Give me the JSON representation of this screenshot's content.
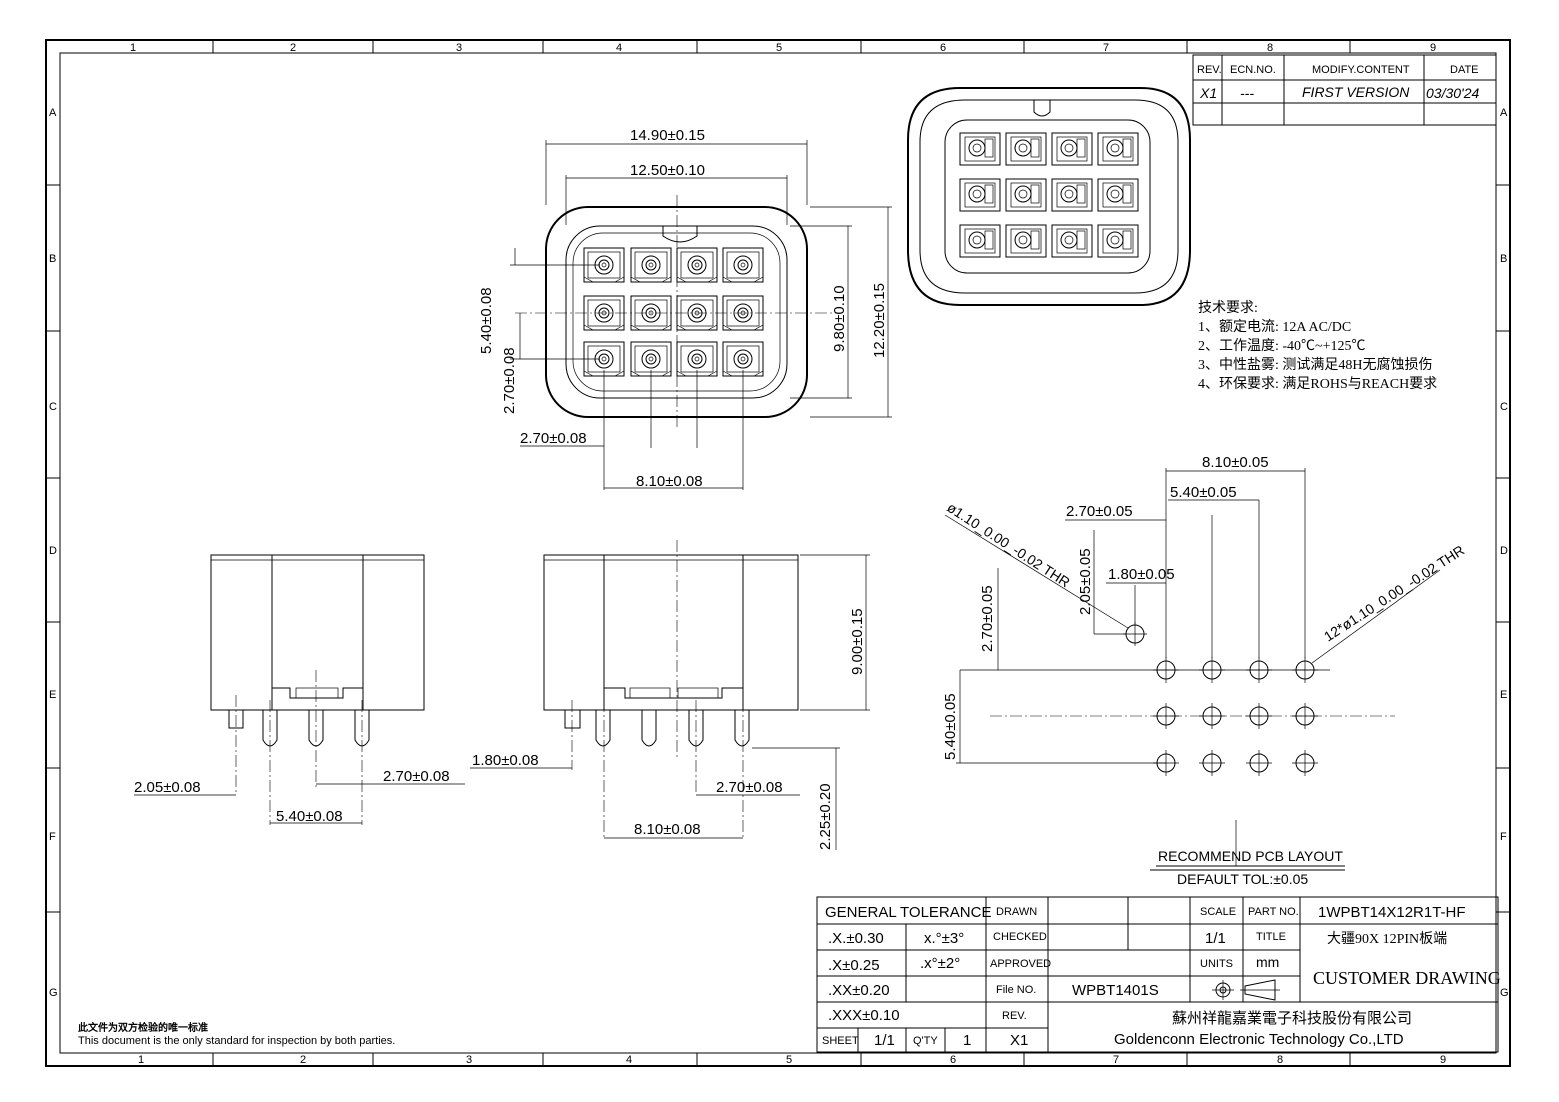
{
  "grid": {
    "columns": [
      "1",
      "2",
      "3",
      "4",
      "5",
      "6",
      "7",
      "8",
      "9"
    ],
    "rows": [
      "A",
      "B",
      "C",
      "D",
      "E",
      "F",
      "G"
    ]
  },
  "revision_table": {
    "headers": [
      "REV.",
      "ECN.NO.",
      "MODIFY.CONTENT",
      "DATE"
    ],
    "rows": [
      [
        "X1",
        "---",
        "FIRST VERSION",
        "03/30'24"
      ]
    ]
  },
  "front_view": {
    "dims": {
      "overall_width": "14.90±0.15",
      "inner_width": "12.50±0.10",
      "row_pitch_left": "5.40±0.08",
      "row_pitch_left2": "2.70±0.08",
      "inner_height": "9.80±0.10",
      "overall_height": "12.20±0.15",
      "col_pitch_bottom": "2.70±0.08",
      "col_span_bottom": "8.10±0.08"
    }
  },
  "side_view_left": {
    "dims": {
      "pin_offset": "2.05±0.08",
      "pin_pitch": "2.70±0.08",
      "pin_span": "5.40±0.08"
    }
  },
  "side_view_right": {
    "dims": {
      "pin_offset": "1.80±0.08",
      "pin_pitch": "2.70±0.08",
      "pin_span": "8.10±0.08",
      "body_height": "9.00±0.15",
      "pin_length": "2.25±0.20"
    }
  },
  "tech_requirements": {
    "heading": "技术要求:",
    "items": [
      "1、额定电流: 12A AC/DC",
      "2、工作温度: -40℃~+125℃",
      "3、中性盐雾: 测试满足48H无腐蚀损伤",
      "4、环保要求: 满足ROHS与REACH要求"
    ]
  },
  "pcb_layout": {
    "dims": {
      "span_total": "8.10±0.05",
      "span_mid": "5.40±0.05",
      "pitch": "2.70±0.05",
      "peg_x": "1.80±0.05",
      "peg_y": "2.05±0.05",
      "peg_to_row": "2.70±0.05",
      "rows_span": "5.40±0.05"
    },
    "peg_hole_note": "ø1.10_0.00_-0.02 THR",
    "pin_hole_note": "12*ø1.10_0.00_-0.02 THR",
    "title": "RECOMMEND PCB LAYOUT",
    "tolerance": "DEFAULT TOL:±0.05"
  },
  "title_block": {
    "general_tolerance": "GENERAL TOLERANCE",
    "tol_rows": [
      [
        ".X.±0.30",
        "x.°±3°"
      ],
      [
        ".X±0.25",
        ".x°±2°"
      ],
      [
        ".XX±0.20",
        ""
      ],
      [
        ".XXX±0.10",
        ""
      ]
    ],
    "labels": {
      "drawn": "DRAWN",
      "checked": "CHECKED",
      "approved": "APPROVED",
      "file_no": "File NO.",
      "rev": "REV.",
      "sheet": "SHEET",
      "qty": "Q'TY",
      "scale": "SCALE",
      "title": "TITLE",
      "units": "UNITS",
      "part_no": "PART NO."
    },
    "values": {
      "file_no": "WPBT1401S",
      "scale": "1/1",
      "units": "mm",
      "part_no": "1WPBT14X12R1T-HF",
      "title": "大疆90X 12PIN板端",
      "sheet": "1/1",
      "qty": "1",
      "rev": "X1"
    },
    "customer_drawing": "CUSTOMER DRAWING",
    "company_cn": "蘇州祥龍嘉業電子科技股份有限公司",
    "company_en": "Goldenconn Electronic Technology Co.,LTD"
  },
  "footer_note": {
    "cn": "此文件为双方检验的唯一标准",
    "en": "This document is the only standard for inspection by both parties."
  }
}
